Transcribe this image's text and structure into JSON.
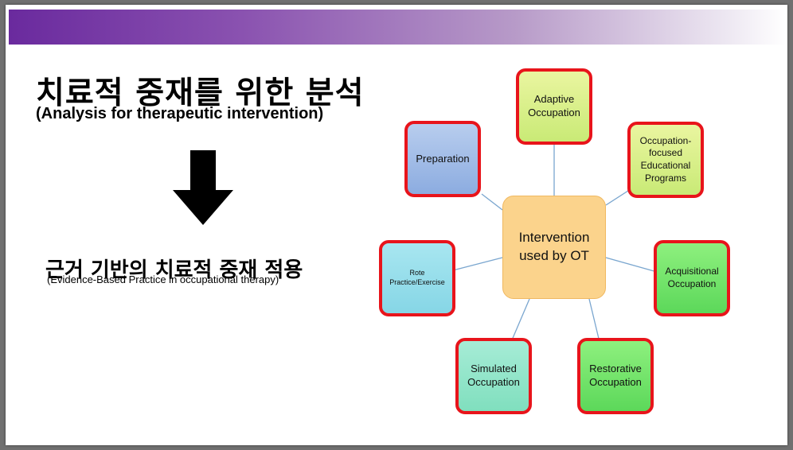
{
  "slide": {
    "title_ko": "치료적 중재를 위한 분석",
    "title_en": "(Analysis for therapeutic intervention)",
    "subtitle_ko": "근거 기반의 치료적 중재 적용",
    "subtitle_en": "(Evidence-Based Practice in occupational therapy)"
  },
  "diagram": {
    "center": [
      "Intervention",
      "used by OT"
    ],
    "nodes": {
      "adaptive": [
        "Adaptive",
        "Occupation"
      ],
      "educational": [
        "Occupation-",
        "focused",
        "Educational",
        "Programs"
      ],
      "acquisitional": [
        "Acquisitional",
        "Occupation"
      ],
      "restorative": [
        "Restorative",
        "Occupation"
      ],
      "simulated": [
        "Simulated",
        "Occupation"
      ],
      "rote": [
        "Rote",
        "Practice/Exercise"
      ],
      "preparation": [
        "Preparation"
      ]
    }
  },
  "colors": {
    "band_start": "#6a2a9e",
    "node_border": "#e8141b",
    "center_fill": "#fbd38c",
    "connector": "#7aa6cf"
  }
}
